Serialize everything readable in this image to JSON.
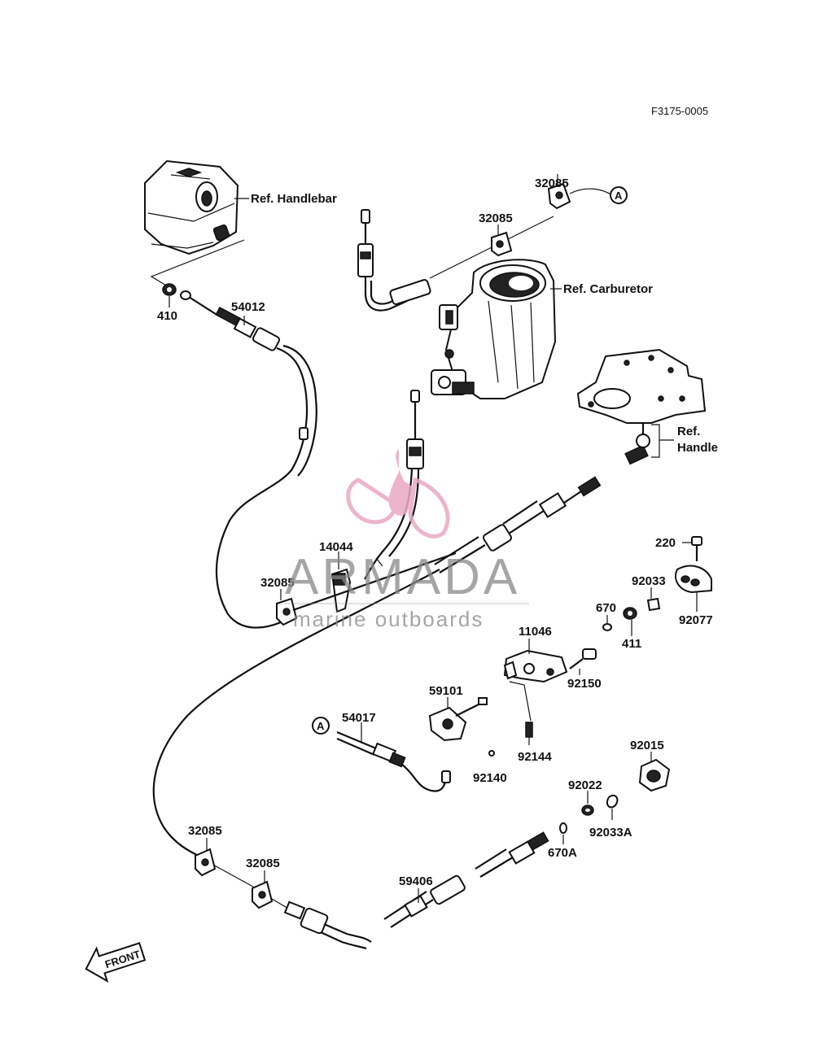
{
  "diagram_code": "F3175-0005",
  "refs": {
    "handlebar": "Ref. Handlebar",
    "carburetor": "Ref. Carburetor",
    "handle_line1": "Ref.",
    "handle_line2": "Handle"
  },
  "connector_letter": "A",
  "front_label": "FRONT",
  "watermark": {
    "brand": "ARMADA",
    "tagline": "marine outboards"
  },
  "part_numbers": {
    "p410": "410",
    "p54012": "54012",
    "p32085_a": "32085",
    "p32085_b": "32085",
    "p32085_c": "32085",
    "p32085_d": "32085",
    "p32085_e": "32085",
    "p14044": "14044",
    "p220": "220",
    "p92033": "92033",
    "p92077": "92077",
    "p670": "670",
    "p411": "411",
    "p11046": "11046",
    "p92150": "92150",
    "p59101": "59101",
    "p54017": "54017",
    "p92144": "92144",
    "p92140": "92140",
    "p92015": "92015",
    "p92022": "92022",
    "p92033A": "92033A",
    "p670A": "670A",
    "p59406": "59406"
  }
}
